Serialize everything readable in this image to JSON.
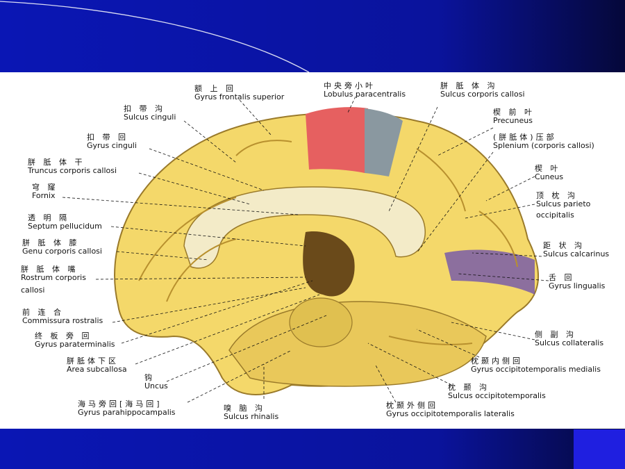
{
  "colors": {
    "slide_background": "#0a16b4",
    "corner_accent": "#1f1fe0",
    "brain_cortex": "#f4d86a",
    "brain_shadow": "#c8a03c",
    "paracentral_red": "#e66060",
    "paracentral_grey": "#8a98a0",
    "cuneus_purple": "#5a3ca0"
  },
  "labels": {
    "gyrus_frontalis_superior": {
      "zh": "额 上 回",
      "la": "Gyrus frontalis superior"
    },
    "lobulus_paracentralis": {
      "zh": "中央旁小叶",
      "la": "Lobulus paracentralis"
    },
    "sulcus_corporis_callosi": {
      "zh": "胼 胝 体 沟",
      "la": "Sulcus corporis callosi"
    },
    "sulcus_cinguli": {
      "zh": "扣 带 沟",
      "la": "Sulcus cinguli"
    },
    "precuneus": {
      "zh": "楔 前 叶",
      "la": "Precuneus"
    },
    "gyrus_cinguli": {
      "zh": "扣 带 回",
      "la": "Gyrus cinguli"
    },
    "splenium": {
      "zh": "(胼胝体)压部",
      "la": "Splenium (corporis callosi)"
    },
    "truncus": {
      "zh": "胼 胝 体 干",
      "la": "Truncus corporis  callosi"
    },
    "cuneus": {
      "zh": "楔  叶",
      "la": "Cuneus"
    },
    "fornix": {
      "zh": "穹 窿",
      "la": "Fornix"
    },
    "sulcus_parieto": {
      "zh": "顶 枕 沟",
      "la": "Sulcus parieto",
      "la2": "occipitalis"
    },
    "septum": {
      "zh": "透 明 隔",
      "la": "Septum pellucidum"
    },
    "genu": {
      "zh": "胼 胝 体 膝",
      "la": "Genu corporis callosi"
    },
    "sulcus_calcarinus": {
      "zh": "距 状 沟",
      "la": "Sulcus calcarinus"
    },
    "rostrum": {
      "zh": "胼 胝 体 嘴",
      "la": "Rostrum corporis",
      "la2": "callosi"
    },
    "gyrus_lingualis": {
      "zh": "舌  回",
      "la": "Gyrus lingualis"
    },
    "commissura": {
      "zh": "前 连 合",
      "la": "Commissura rostralis"
    },
    "sulcus_collateralis": {
      "zh": "侧 副 沟",
      "la": "Sulcus collateralis"
    },
    "gyrus_paraterminalis": {
      "zh": "终 板 旁 回",
      "la": "Gyrus paraterminalis"
    },
    "area_subcallosa": {
      "zh": "胼胝体下区",
      "la": "Area subcallosa"
    },
    "gyrus_ot_medialis": {
      "zh": "枕颞内侧回",
      "la": "Gyrus occipitotemporalis medialis"
    },
    "uncus": {
      "zh": "钩",
      "la": "Uncus"
    },
    "sulcus_ot": {
      "zh": "枕 颞 沟",
      "la": "Sulcus occipitotemporalis"
    },
    "gyrus_parahippocampalis": {
      "zh": "海马旁回[海马回]",
      "la": "Gyrus parahippocampalis"
    },
    "sulcus_rhinalis": {
      "zh": "嗅 脑 沟",
      "la": "Sulcus rhinalis"
    },
    "gyrus_ot_lateralis": {
      "zh": "枕颞外侧回",
      "la": "Gyrus occipitotemporalis lateralis"
    }
  }
}
